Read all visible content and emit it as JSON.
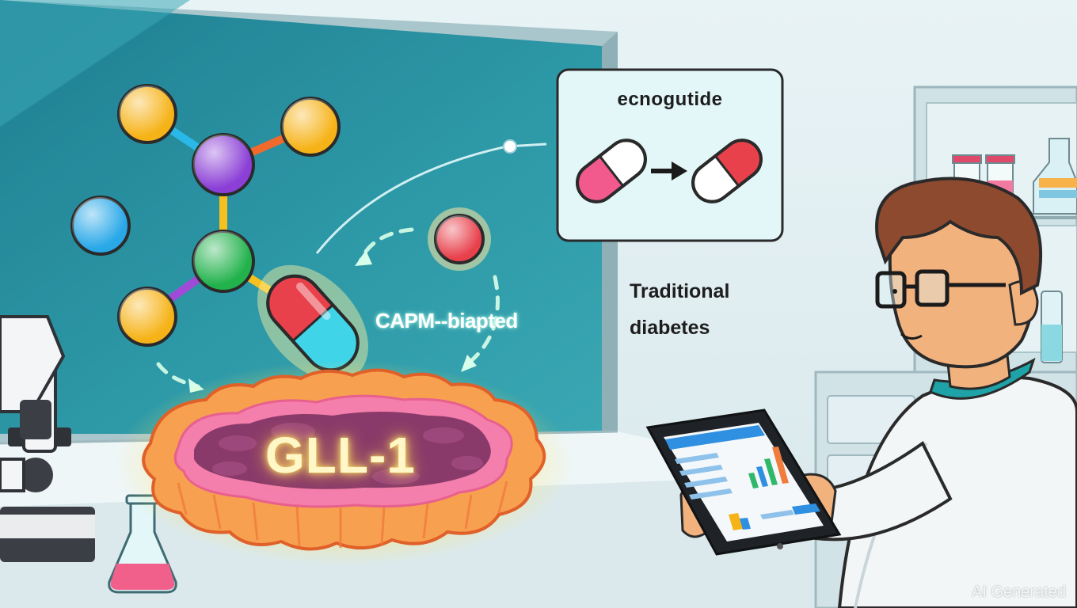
{
  "labels": {
    "drug_name": "ecnogutide",
    "traditional_line1": "Traditional",
    "traditional_line2": "diabetes",
    "capm_text": "CAPM--biapted",
    "target_text": "GLL-1",
    "watermark": "AI Generated"
  },
  "colors": {
    "screen_teal": "#2e9aa8",
    "molecule_purple": "#8b3fd6",
    "molecule_green": "#22b24c",
    "molecule_yellow": "#f6b318",
    "molecule_blue": "#29a8e8",
    "pill_pink": "#f25a8e",
    "pill_red": "#e8414c",
    "pill_cyan": "#3fd4e8",
    "tart_orange": "#f7a050",
    "filling_purple": "#8a3a6a"
  }
}
